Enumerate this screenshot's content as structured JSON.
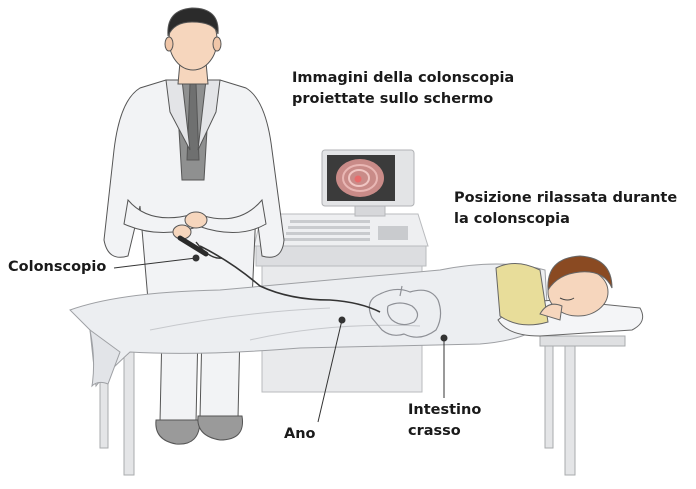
{
  "labels": {
    "screen_caption": [
      "Immagini della colonscopia",
      "proiettate sullo schermo"
    ],
    "patient_caption": [
      "Posizione rilassata durante",
      "la colonscopia"
    ],
    "colonscope": "Colonscopio",
    "anus": "Ano",
    "colon": [
      "Intestino",
      "crasso"
    ]
  },
  "colors": {
    "skin": "#f6d6bd",
    "hair_doctor": "#2b2b2b",
    "hair_patient": "#8a4a22",
    "coat": "#f2f3f5",
    "shirt": "#8f9090",
    "sheet": "#eceef1",
    "equipment": "#e6e7e9",
    "monitor_screen": "#3b3b3b",
    "colon_view": "#d98c8c",
    "gown": "#e8dd9a",
    "shoes": "#9a9a9a",
    "line": "#333333"
  }
}
